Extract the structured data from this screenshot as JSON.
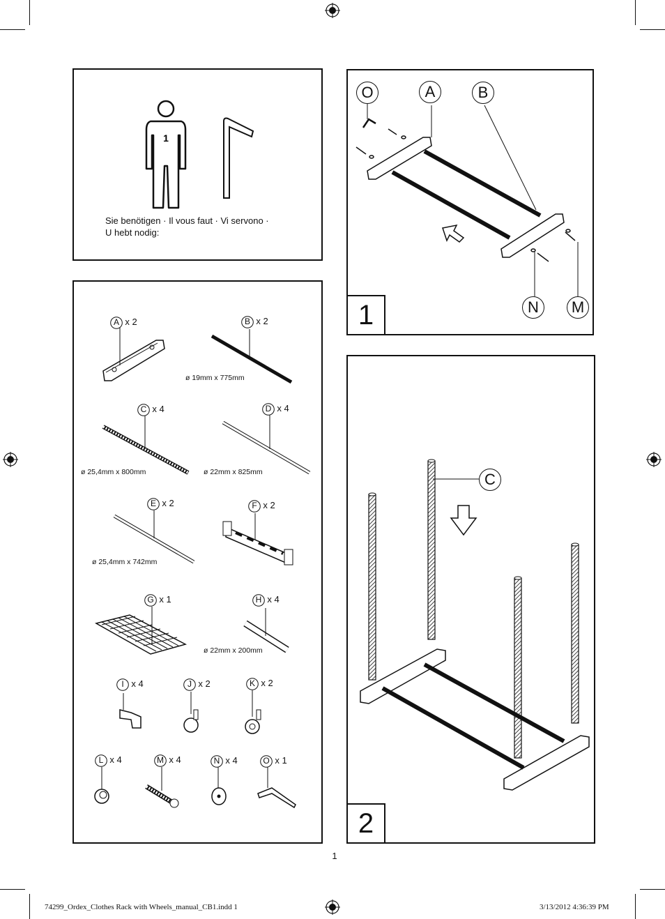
{
  "tools_panel": {
    "person_count": "1",
    "caption_line1": "Sie benötigen · Il vous faut · Vi servono ·",
    "caption_line2": "U hebt nodig:"
  },
  "parts": [
    {
      "letter": "A",
      "qty": "x 2",
      "dim": ""
    },
    {
      "letter": "B",
      "qty": "x 2",
      "dim": "ø 19mm x 775mm"
    },
    {
      "letter": "C",
      "qty": "x 4",
      "dim": "ø 25,4mm x 800mm"
    },
    {
      "letter": "D",
      "qty": "x 4",
      "dim": "ø 22mm x 825mm"
    },
    {
      "letter": "E",
      "qty": "x 2",
      "dim": "ø 25,4mm x 742mm"
    },
    {
      "letter": "F",
      "qty": "x 2",
      "dim": ""
    },
    {
      "letter": "G",
      "qty": "x 1",
      "dim": ""
    },
    {
      "letter": "H",
      "qty": "x 4",
      "dim": "ø 22mm x 200mm"
    },
    {
      "letter": "I",
      "qty": "x 4",
      "dim": ""
    },
    {
      "letter": "J",
      "qty": "x 2",
      "dim": ""
    },
    {
      "letter": "K",
      "qty": "x 2",
      "dim": ""
    },
    {
      "letter": "L",
      "qty": "x 4",
      "dim": ""
    },
    {
      "letter": "M",
      "qty": "x 4",
      "dim": ""
    },
    {
      "letter": "N",
      "qty": "x 4",
      "dim": ""
    },
    {
      "letter": "O",
      "qty": "x 1",
      "dim": ""
    }
  ],
  "step1": {
    "number": "1",
    "callouts": [
      "O",
      "A",
      "B",
      "N",
      "M"
    ]
  },
  "step2": {
    "number": "2",
    "callouts": [
      "C"
    ]
  },
  "page_number": "1",
  "footer": {
    "file": "74299_Ordex_Clothes Rack with Wheels_manual_CB1.indd   1",
    "date": "3/13/2012   4:36:39 PM"
  }
}
